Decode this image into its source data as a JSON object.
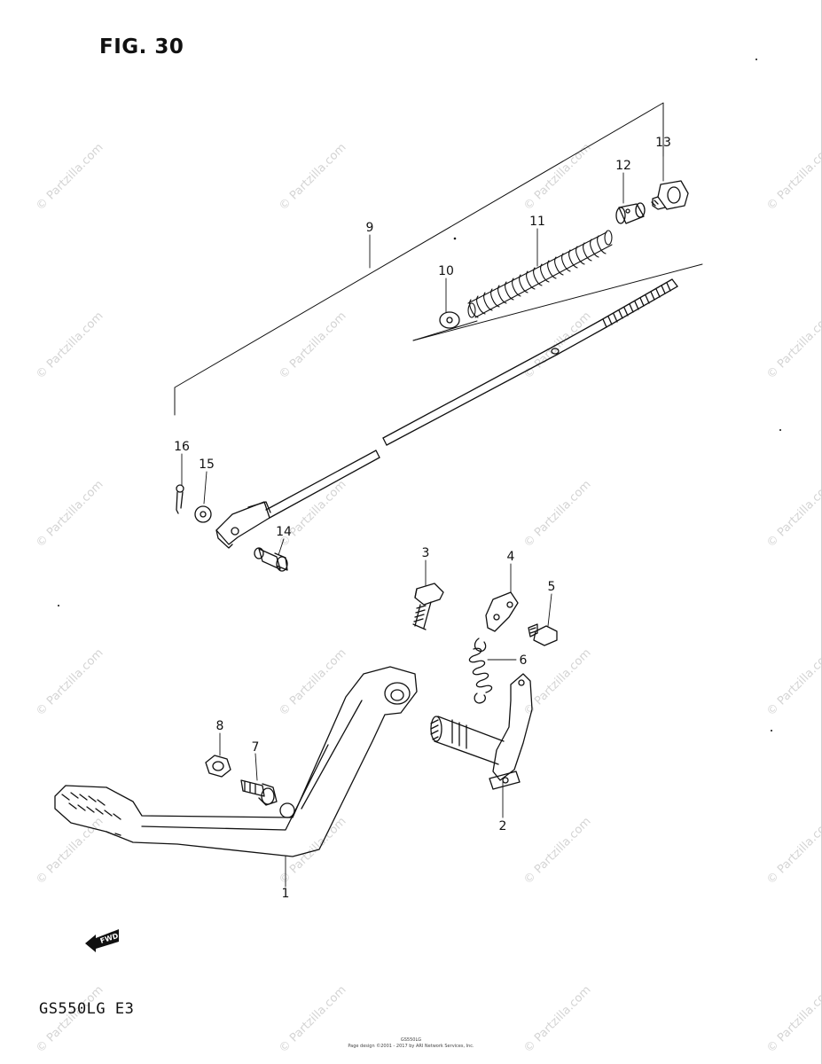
{
  "figure_title": "FIG. 30",
  "model_code": "GS550LG  E3",
  "watermark": "© Partzilla.com",
  "fwd_label": "FWD",
  "footer_line1": "GS550LG",
  "footer_line2": "Page design ©2001 - 2017 by ARI Network Services, Inc.",
  "callouts": [
    "1",
    "2",
    "3",
    "4",
    "5",
    "6",
    "7",
    "8",
    "9",
    "10",
    "11",
    "12",
    "13",
    "14",
    "15",
    "16"
  ]
}
